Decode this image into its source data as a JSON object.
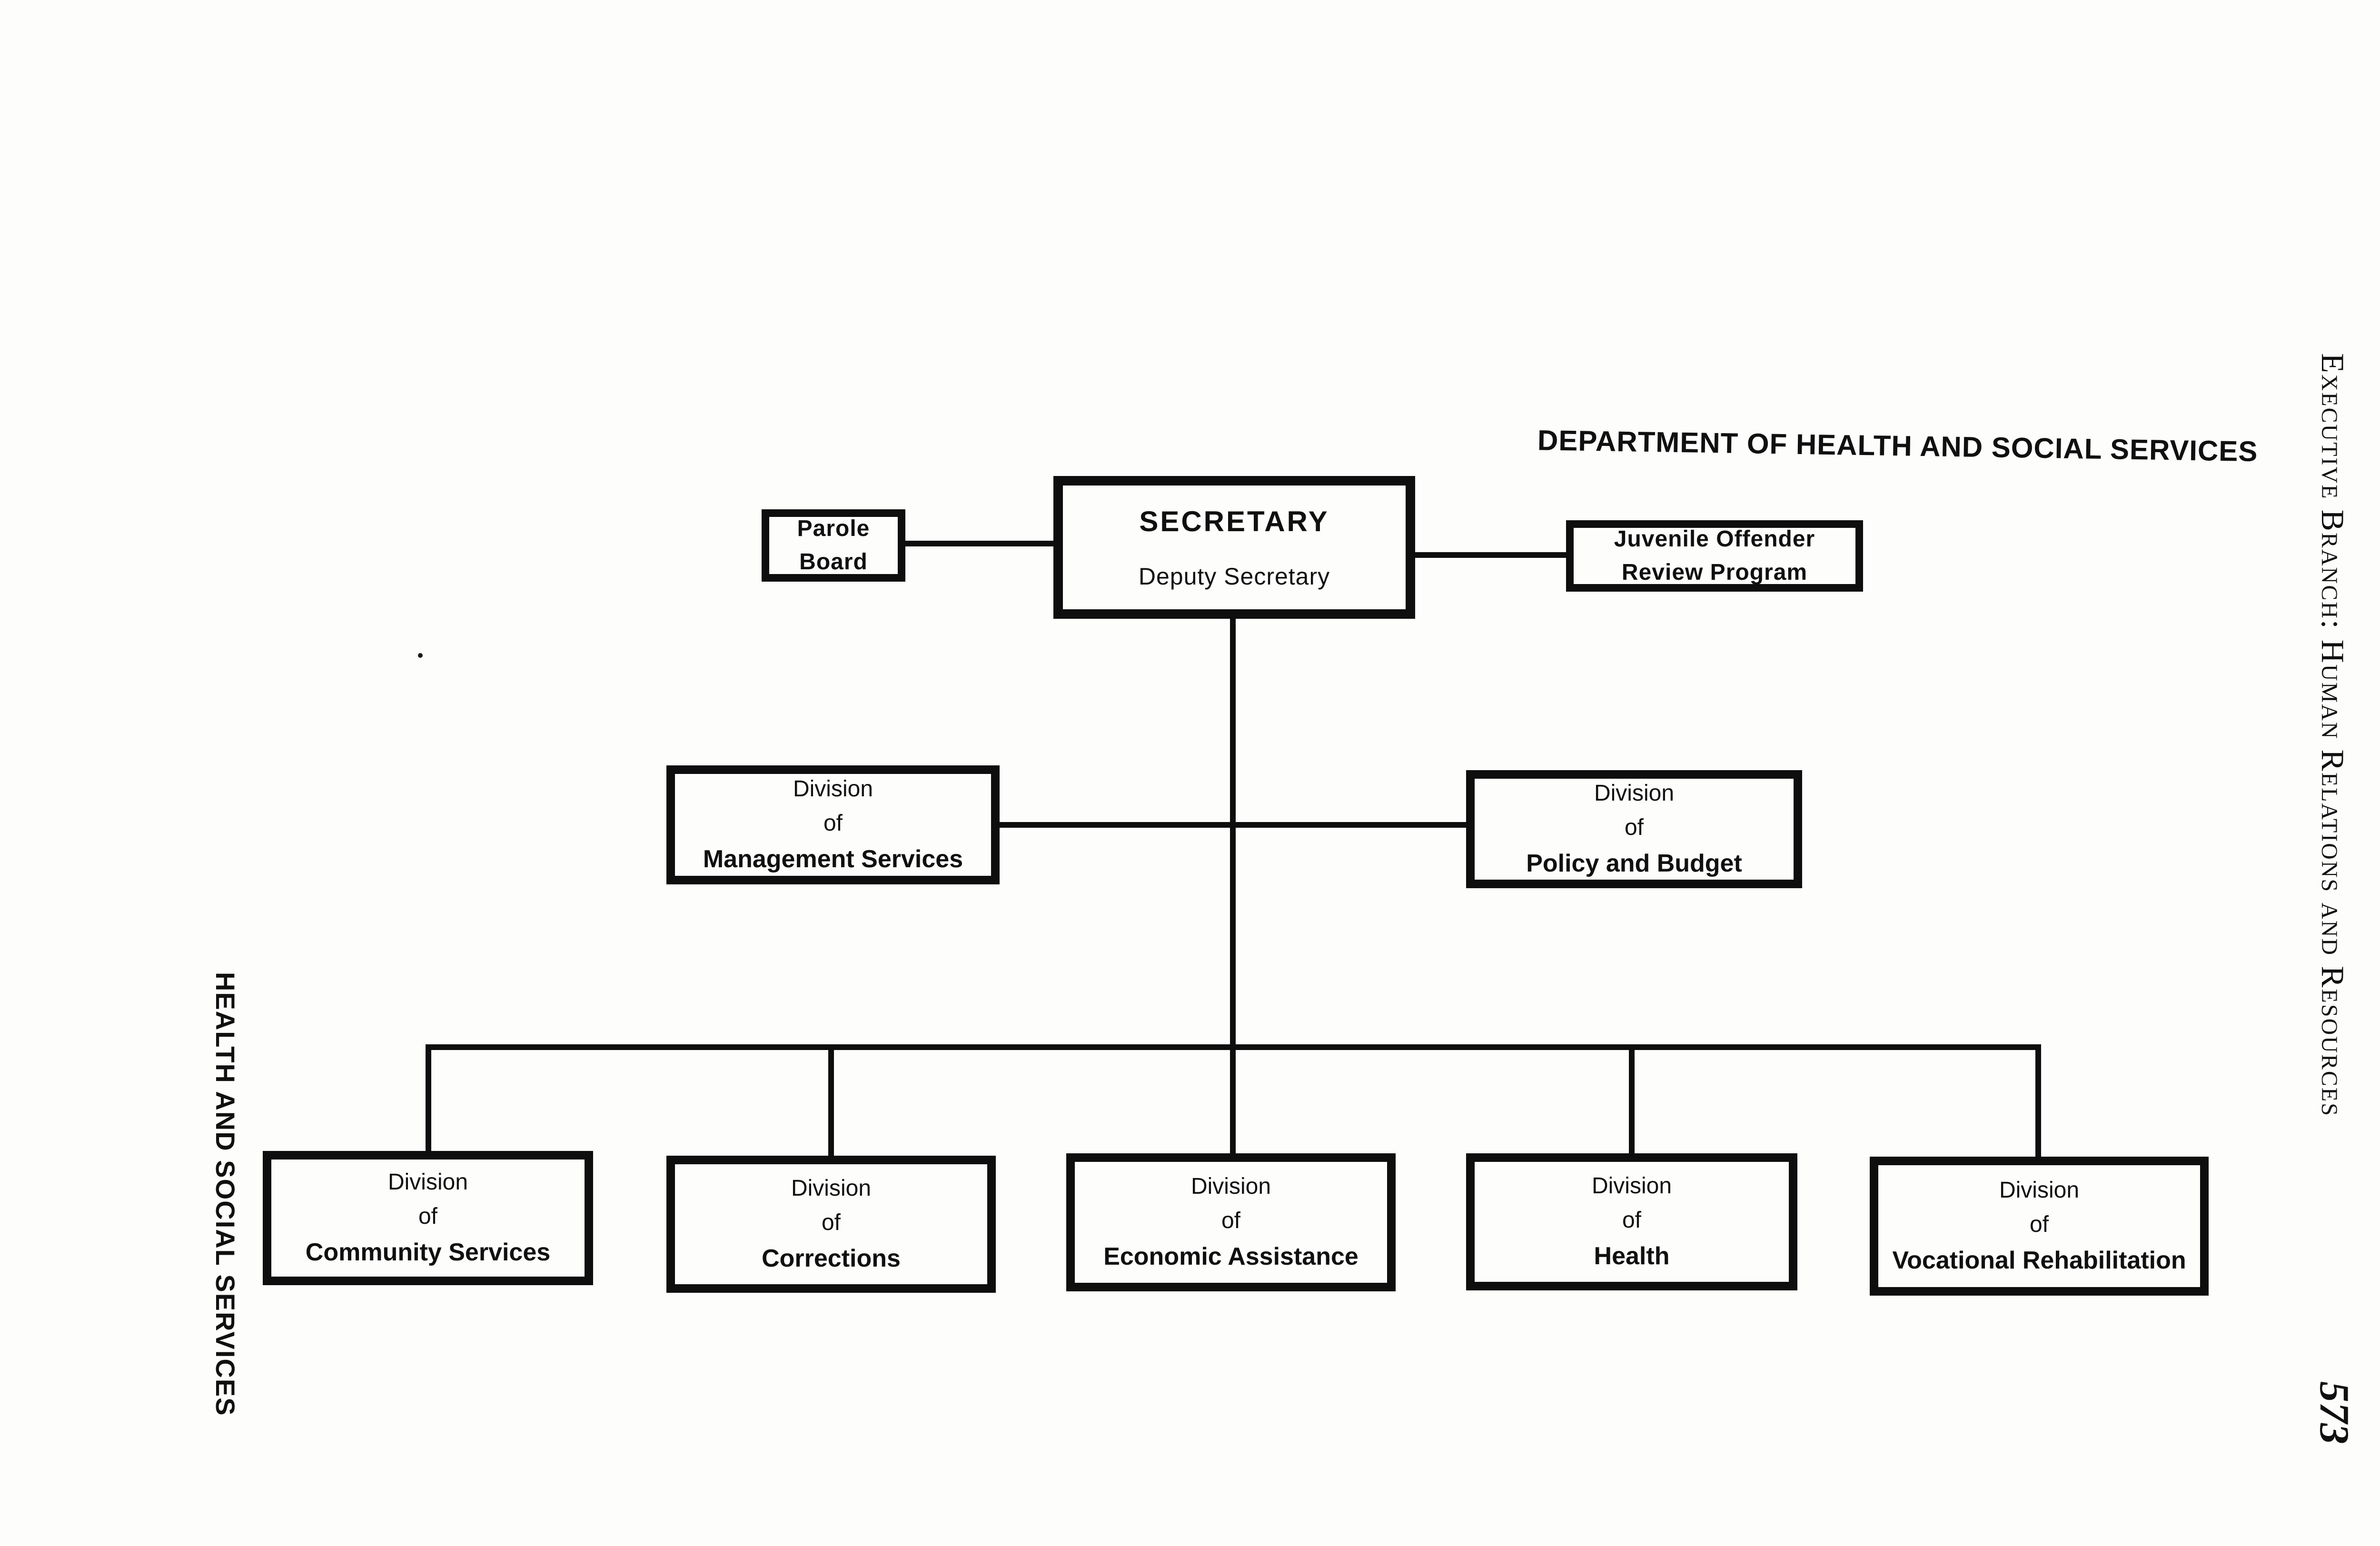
{
  "page": {
    "title": "DEPARTMENT OF HEALTH AND SOCIAL SERVICES",
    "left_margin_label": "HEALTH AND SOCIAL SERVICES",
    "right_margin_label": "Executive Branch: Human Relations and Resources",
    "page_number": "573"
  },
  "org": {
    "secretary": {
      "line1": "SECRETARY",
      "line2": "Deputy Secretary"
    },
    "parole": {
      "line1": "Parole",
      "line2": "Board"
    },
    "juvenile": {
      "line1": "Juvenile Offender",
      "line2": "Review Program"
    },
    "mid": [
      {
        "line1": "Division",
        "line2": "of",
        "line3": "Management Services"
      },
      {
        "line1": "Division",
        "line2": "of",
        "line3": "Policy and Budget"
      }
    ],
    "bottom": [
      {
        "line1": "Division",
        "line2": "of",
        "line3": "Community Services"
      },
      {
        "line1": "Division",
        "line2": "of",
        "line3": "Corrections"
      },
      {
        "line1": "Division",
        "line2": "of",
        "line3": "Economic Assistance"
      },
      {
        "line1": "Division",
        "line2": "of",
        "line3": "Health"
      },
      {
        "line1": "Division",
        "line2": "of",
        "line3": "Vocational Rehabilitation"
      }
    ]
  }
}
